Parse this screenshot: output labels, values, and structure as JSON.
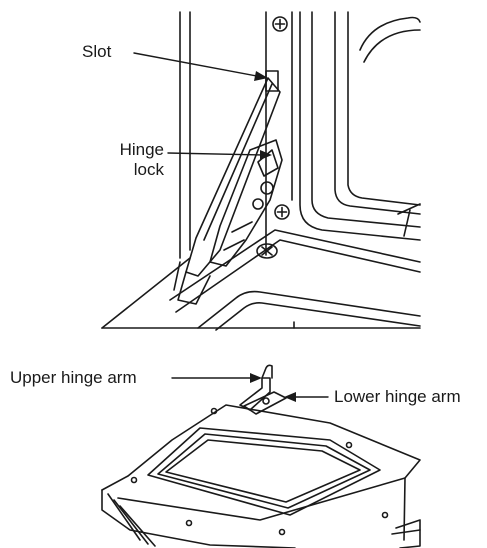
{
  "labels": {
    "slot": "Slot",
    "hinge_lock_line1": "Hinge",
    "hinge_lock_line2": "lock",
    "upper_hinge_arm": "Upper hinge arm",
    "lower_hinge_arm": "Lower hinge arm"
  },
  "colors": {
    "line": "#1a1a1a",
    "background": "#ffffff"
  }
}
